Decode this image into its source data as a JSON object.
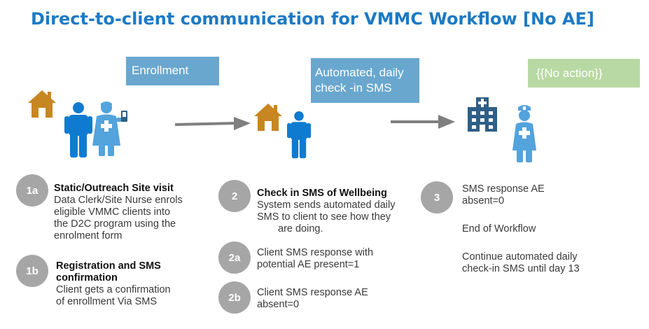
{
  "title": "Direct-to-client communication for VMMC Workflow [No AE]",
  "colors": {
    "title": "#1c7ac4",
    "box_blue": "#69a7cf",
    "box_green": "#b8d9a3",
    "icon_blue": "#0f7bd0",
    "icon_light_blue": "#53a3dc",
    "house": "#c78621",
    "hospital": "#2f5f86",
    "arrow": "#7f7f7f",
    "circle": "#a6a6a6"
  },
  "stages": {
    "enrollment": {
      "label": "Enrollment"
    },
    "checkin": {
      "label_line1": "Automated, daily",
      "label_line2": "check -in SMS"
    },
    "noaction": {
      "label": "{{No action}}"
    }
  },
  "icons": [
    "house-icon",
    "client-icon",
    "nurse-with-phone-icon",
    "arrow-right-icon",
    "hospital-icon",
    "nurse-icon"
  ],
  "steps": {
    "s1a": {
      "badge": "1a",
      "heading": "Static/Outreach Site visit",
      "lines": [
        "Data Clerk/Site Nurse enrols",
        "eligible VMMC clients into",
        "the D2C program using the",
        "enrolment form"
      ]
    },
    "s1b": {
      "badge": "1b",
      "heading_line1": "Registration and SMS",
      "heading_line2": "confirmation",
      "lines": [
        "Client gets a confirmation",
        "of enrollment Via SMS"
      ]
    },
    "s2": {
      "badge": "2",
      "heading": "Check in SMS of Wellbeing",
      "lines": [
        "System sends automated daily",
        "SMS to client to see how  they",
        "are doing."
      ]
    },
    "s2a": {
      "badge": "2a",
      "lines": [
        "Client SMS response with",
        "potential  AE present=1"
      ]
    },
    "s2b": {
      "badge": "2b",
      "lines": [
        "Client SMS response AE",
        "absent=0"
      ]
    },
    "s3": {
      "badge": "3",
      "lines": [
        "SMS response AE",
        "absent=0"
      ],
      "end": "End of Workflow",
      "continue_lines": [
        "Continue automated daily",
        "check-in SMS until day 13"
      ]
    }
  }
}
